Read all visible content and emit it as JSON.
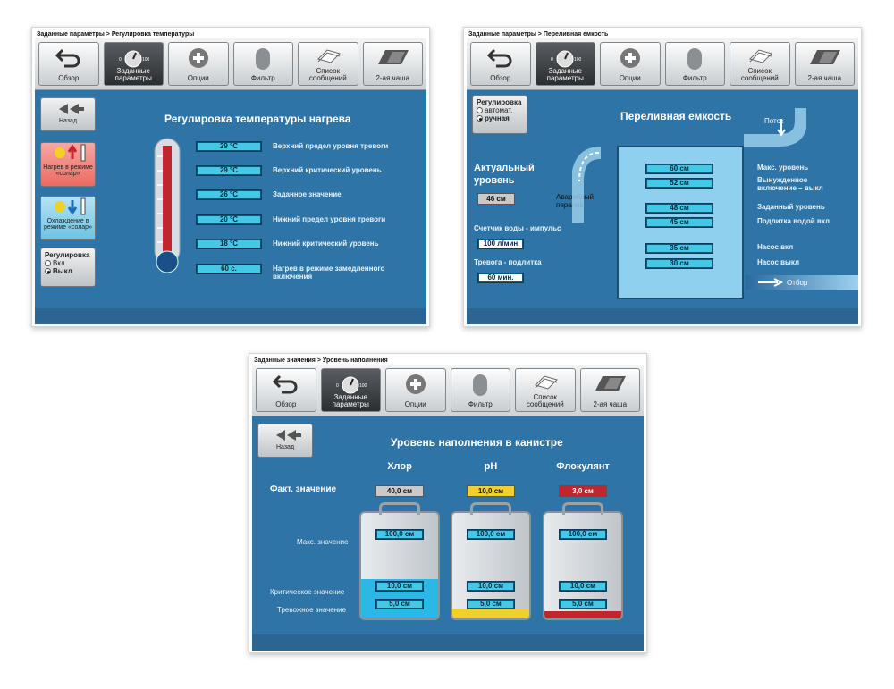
{
  "toolbar": {
    "overview": "Обзор",
    "setpoints": "Заданные параметры",
    "options": "Опции",
    "filter": "Фильтр",
    "messages": "Список сообщений",
    "second_bowl": "2-ая чаша",
    "dial_min": "0",
    "dial_max": "100"
  },
  "screen1": {
    "breadcrumb": "Заданные параметры > Регулировка температуры",
    "title": "Регулировка температуры нагрева",
    "back": "Назад",
    "heat_solar": "Нагрев в режиме «солар»",
    "cool_solar": "Охлаждение в режиме «солар»",
    "reg_title": "Регулировка",
    "reg_on": "Вкл",
    "reg_off": "Выкл",
    "rows": [
      {
        "value": "29 °C",
        "label": "Верхний предел уровня тревоги"
      },
      {
        "value": "29 °C",
        "label": "Верхний критический уровень"
      },
      {
        "value": "26 °C",
        "label": "Заданное значение"
      },
      {
        "value": "20 °C",
        "label": "Нижний предел уровня тревоги"
      },
      {
        "value": "18 °C",
        "label": "Нижний критический уровень"
      },
      {
        "value": "60 с.",
        "label": "Нагрев в режиме замедленного включения"
      }
    ]
  },
  "screen2": {
    "breadcrumb": "Заданные параметры > Переливная емкость",
    "title": "Переливная емкость",
    "reg_title": "Регулировка",
    "reg_auto": "автомат.",
    "reg_manual": "ручная",
    "actual_label": "Актуальный уровень",
    "actual_value": "46 см",
    "emergency": "Аварийный перелив",
    "counter_label": "Счетчик воды - импульс",
    "counter_value": "100 л/мин",
    "alarm_label": "Тревога - подлитка",
    "alarm_value": "60 мин.",
    "flow": "Поток",
    "outflow": "Отбор",
    "levels": [
      "60 см",
      "52 см",
      "48 см",
      "45 см",
      "35 см",
      "30 см"
    ],
    "right_labels": [
      "Макс. уровень",
      "Вынужденное включение – выкл",
      "Заданный уровень",
      "Подлитка водой вкл",
      "Насос вкл",
      "Насос выкл"
    ]
  },
  "screen3": {
    "breadcrumb": "Заданные значения > Уровень наполнения",
    "title": "Уровень наполнения в канистре",
    "back": "Назад",
    "actual_label": "Факт. значение",
    "max_label": "Макс. значение",
    "crit_label": "Критическое значение",
    "alarm_label": "Тревожное значение",
    "canisters": [
      {
        "name": "Хлор",
        "actual": "40,0 см",
        "max": "100,0 см",
        "crit": "10,0 см",
        "alarm": "5,0 см",
        "color": "#2bb8e6",
        "actual_bg": "#c9c9c9",
        "fill": 0.4
      },
      {
        "name": "pH",
        "actual": "10,0 см",
        "max": "100,0 см",
        "crit": "10,0 см",
        "alarm": "5,0 см",
        "color": "#f2cf2a",
        "actual_bg": "#f2cf2a",
        "fill": 0.1
      },
      {
        "name": "Флокулянт",
        "actual": "3,0 см",
        "max": "100,0 см",
        "crit": "10,0 см",
        "alarm": "5,0 см",
        "color": "#c0262c",
        "actual_bg": "#c0262c",
        "fill": 0.03
      }
    ]
  }
}
